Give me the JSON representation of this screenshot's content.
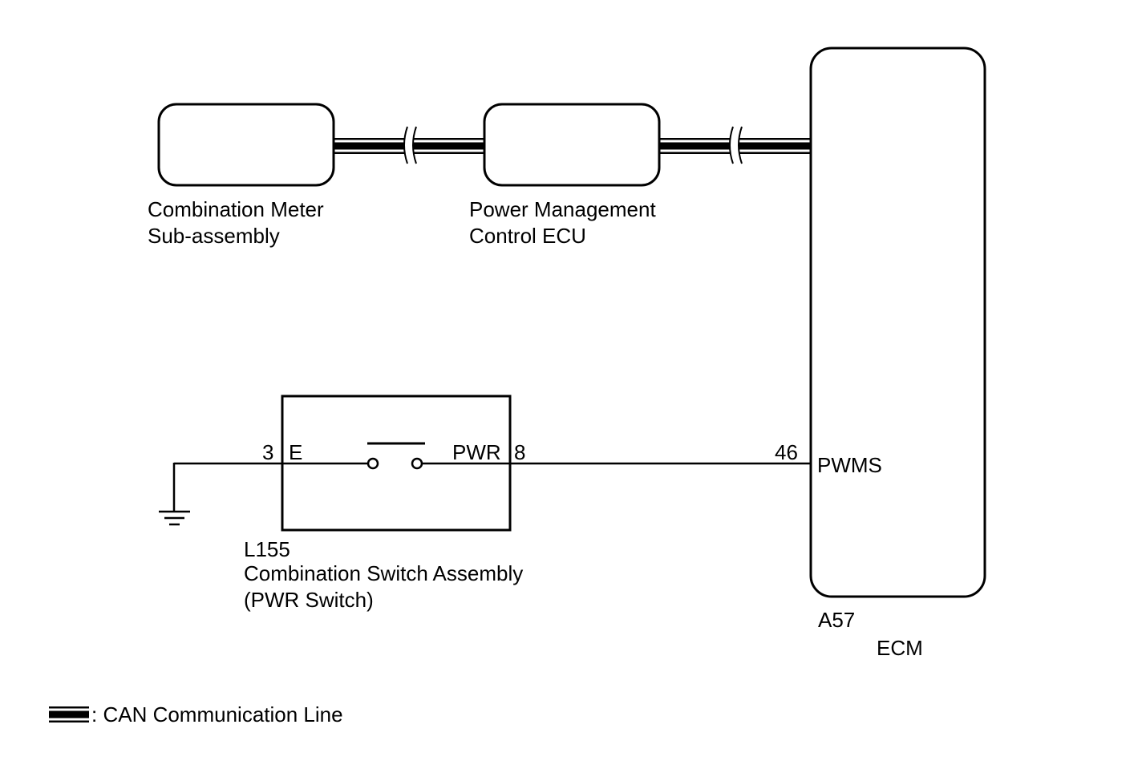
{
  "components": {
    "combination_meter": {
      "name_line1": "Combination Meter",
      "name_line2": "Sub-assembly"
    },
    "power_management_ecu": {
      "name_line1": "Power Management",
      "name_line2": "Control ECU"
    },
    "ecm": {
      "connector": "A57",
      "name": "ECM",
      "pin_number": "46",
      "pin_name": "PWMS"
    },
    "combination_switch": {
      "connector": "L155",
      "name_line1": "Combination Switch Assembly",
      "name_line2": "(PWR Switch)",
      "pin_e_number": "3",
      "pin_e_name": "E",
      "pin_pwr_number": "8",
      "pin_pwr_name": "PWR"
    }
  },
  "legend": {
    "can_line_label": ": CAN Communication Line"
  },
  "colors": {
    "line": "#000000",
    "background": "#ffffff"
  },
  "icons": [
    "ground-icon",
    "switch-icon",
    "can-legend-icon",
    "wire-break-icon"
  ]
}
